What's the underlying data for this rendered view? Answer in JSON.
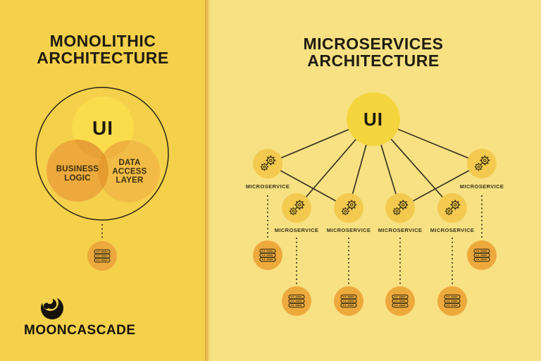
{
  "colors": {
    "left_bg": "#F4D04B",
    "right_bg": "#F7E183",
    "divider_stripe": "#DFAC3C",
    "ink": "#2E2917",
    "title_ink": "#201C11",
    "ui_circle_left": "#FBDC4C",
    "business_logic_circle": "#EDA93C",
    "data_access_circle": "#F2BB46",
    "overlap_ui_business": "#E7A136",
    "overlap_ui_data": "#EFB23F",
    "overlap_business_data": "#E59B2E",
    "overlap_center": "#E29629",
    "ui_circle_right": "#F5D53E",
    "microservice_circle": "#F3CA4F",
    "database_circle": "#EEA93D"
  },
  "left_panel": {
    "title_lines": [
      "MONOLITHIC",
      "ARCHITECTURE"
    ],
    "venn": {
      "ui_label": "UI",
      "business_logic_lines": [
        "BUSINESS",
        "LOGIC"
      ],
      "data_access_lines": [
        "DATA",
        "ACCESS",
        "LAYER"
      ]
    },
    "database": {
      "icon": "server-stack"
    },
    "brand": {
      "logo_icon": "mooncascade-moon",
      "name": "MOONCASCADE"
    }
  },
  "right_panel": {
    "title_lines": [
      "MICROSERVICES",
      "ARCHITECTURE"
    ],
    "ui_label": "UI",
    "services": [
      {
        "label": "MICROSERVICE",
        "icon": "gears"
      },
      {
        "label": "MICROSERVICE",
        "icon": "gears"
      },
      {
        "label": "MICROSERVICE",
        "icon": "gears"
      },
      {
        "label": "MICROSERVICE",
        "icon": "gears"
      },
      {
        "label": "MICROSERVICE",
        "icon": "gears"
      },
      {
        "label": "MICROSERVICE",
        "icon": "gears"
      }
    ],
    "databases": [
      {
        "icon": "server-stack"
      },
      {
        "icon": "server-stack"
      },
      {
        "icon": "server-stack"
      },
      {
        "icon": "server-stack"
      },
      {
        "icon": "server-stack"
      },
      {
        "icon": "server-stack"
      }
    ]
  }
}
